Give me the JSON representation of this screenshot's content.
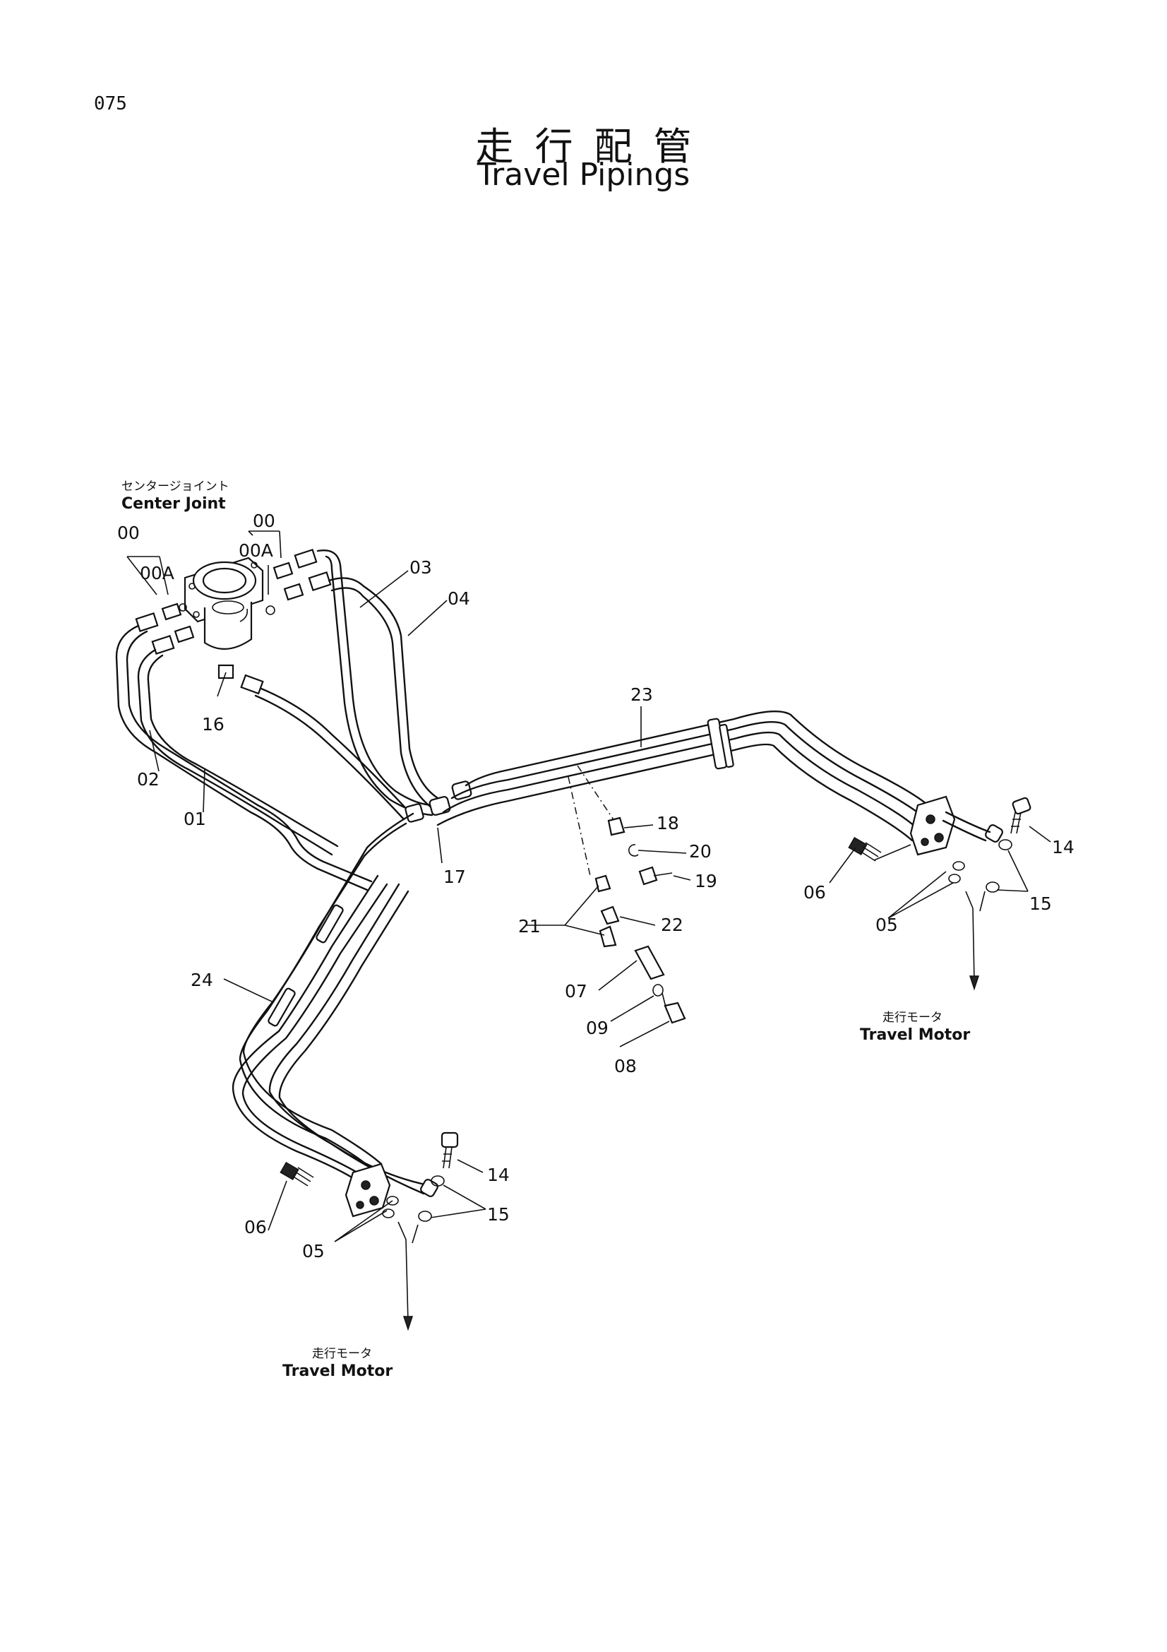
{
  "page_number": "075",
  "title_jp": "走行配管",
  "title_en": "Travel Pipings",
  "captions": {
    "center_joint_jp": "センタージョイント",
    "center_joint_en": "Center  Joint",
    "travel_motor_jp": "走行モータ",
    "travel_motor_en": "Travel  Motor"
  },
  "part_labels": [
    "00",
    "00A",
    "00",
    "00A",
    "01",
    "02",
    "03",
    "04",
    "05",
    "05",
    "06",
    "06",
    "07",
    "08",
    "09",
    "14",
    "14",
    "15",
    "15",
    "16",
    "17",
    "18",
    "19",
    "20",
    "21",
    "22",
    "23",
    "24"
  ]
}
